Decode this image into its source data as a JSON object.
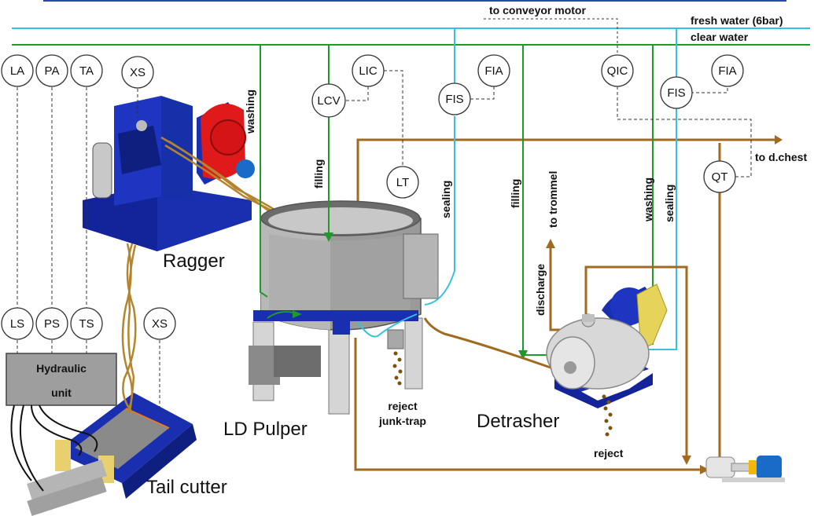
{
  "lines": {
    "conveyor": "to conveyor motor",
    "fresh_water": "fresh water (6bar)",
    "clear_water": "clear water",
    "to_dchest": "to d.chest"
  },
  "instruments": {
    "la": "LA",
    "pa": "PA",
    "ta": "TA",
    "xs_top": "XS",
    "ls": "LS",
    "ps": "PS",
    "ts": "TS",
    "xs_bottom": "XS",
    "lcv": "LCV",
    "lic": "LIC",
    "lt": "LT",
    "fis1": "FIS",
    "fia1": "FIA",
    "qic": "QIC",
    "fis2": "FIS",
    "fia2": "FIA",
    "qt": "QT"
  },
  "pipes": {
    "washing_left": "washing",
    "filling_left": "filling",
    "sealing_left": "sealing",
    "filling_mid": "filling",
    "to_trommel": "to trommel",
    "washing_right": "washing",
    "sealing_right": "sealing",
    "discharge": "discharge"
  },
  "equipment": {
    "ragger": "Ragger",
    "hydraulic_1": "Hydraulic",
    "hydraulic_2": "unit",
    "pulper": "LD Pulper",
    "detrasher": "Detrasher",
    "tail_cutter": "Tail cutter",
    "reject_1": "reject",
    "reject_2": "junk-trap",
    "reject_det": "reject"
  },
  "colors": {
    "fresh_water": "#35c2e0",
    "clear_water": "#1f9a2a",
    "stock": "#a06a20",
    "machine_blue": "#1a2fb0",
    "motor_red": "#e01a1a",
    "pulper_gray": "#9a9a9a",
    "hydraulic_gray": "#9e9e9e"
  }
}
